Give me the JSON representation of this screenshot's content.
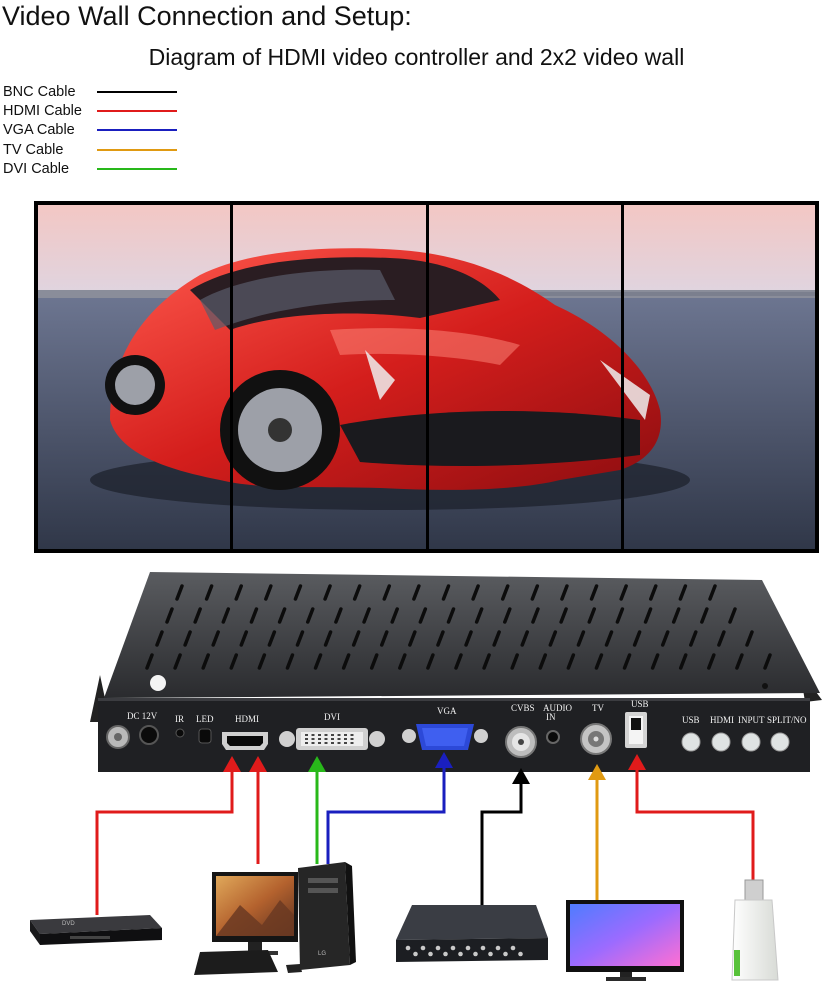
{
  "header": {
    "title": "Video Wall Connection and Setup:",
    "subtitle": "Diagram of HDMI video controller and 2x2 video wall"
  },
  "legend": {
    "items": [
      {
        "label": "BNC Cable",
        "color": "#000000"
      },
      {
        "label": "HDMI Cable",
        "color": "#e01b1b"
      },
      {
        "label": "VGA Cable",
        "color": "#1a1fbf"
      },
      {
        "label": "TV Cable",
        "color": "#e09a12"
      },
      {
        "label": "DVI Cable",
        "color": "#28b81a"
      }
    ]
  },
  "controller": {
    "ports": {
      "dc": "DC 12V",
      "ir": "IR",
      "led": "LED",
      "hdmi": "HDMI",
      "dvi": "DVI",
      "vga": "VGA",
      "cvbs": "CVBS",
      "audio_line1": "AUDIO",
      "audio_line2": "IN",
      "tv": "TV",
      "usb": "USB"
    },
    "buttons": [
      "USB",
      "HDMI",
      "INPUT",
      "SPLIT/NO"
    ]
  },
  "devices": {
    "dvd_logo": "DVD",
    "monitor_logo": "LG"
  }
}
